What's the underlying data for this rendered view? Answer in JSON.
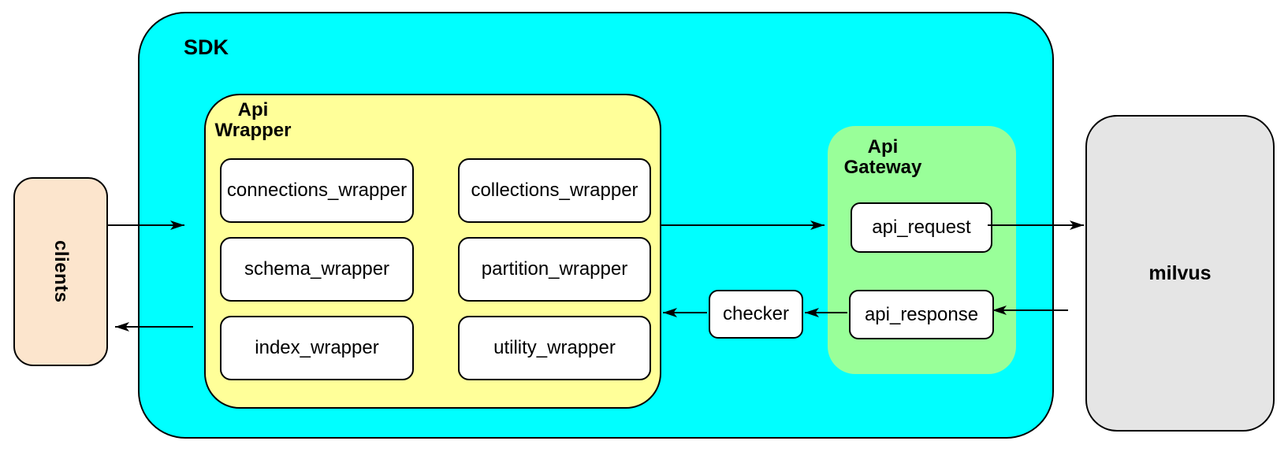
{
  "colors": {
    "sdk_fill": "#00FFFF",
    "api_wrapper_fill": "#FFFF99",
    "api_gateway_fill": "#99FF99",
    "clients_fill": "#FCE5CD",
    "milvus_fill": "#E5E5E5",
    "inner_node_fill": "#FFFFFF",
    "stroke": "#000000"
  },
  "nodes": {
    "clients": {
      "label": "clients"
    },
    "sdk": {
      "label": "SDK"
    },
    "api_wrapper": {
      "label": "Api\nWrapper",
      "items": [
        "connections_wrapper",
        "collections_wrapper",
        "schema_wrapper",
        "partition_wrapper",
        "index_wrapper",
        "utility_wrapper"
      ]
    },
    "checker": {
      "label": "checker"
    },
    "api_gateway": {
      "label": "Api\nGateway",
      "items": [
        "api_request",
        "api_response"
      ]
    },
    "milvus": {
      "label": "milvus"
    }
  },
  "edges": [
    {
      "from": "clients",
      "to": "sdk"
    },
    {
      "from": "sdk",
      "to": "clients"
    },
    {
      "from": "api_wrapper",
      "to": "api_gateway"
    },
    {
      "from": "api_request",
      "to": "milvus"
    },
    {
      "from": "milvus",
      "to": "api_response"
    },
    {
      "from": "api_response",
      "to": "checker"
    },
    {
      "from": "checker",
      "to": "api_wrapper"
    }
  ]
}
